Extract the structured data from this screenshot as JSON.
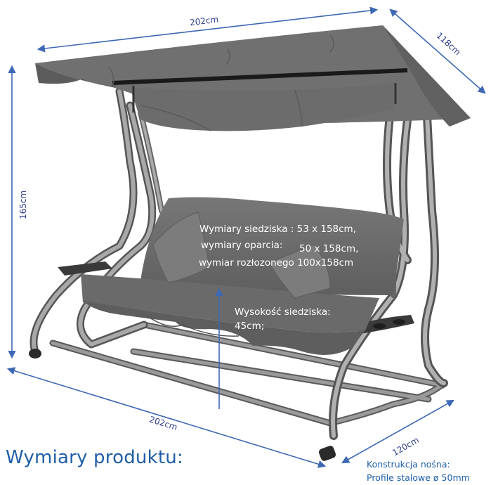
{
  "dimensions": {
    "canopy_width": "202cm",
    "canopy_depth": "118cm",
    "height": "165cm",
    "base_width": "202cm",
    "base_depth": "120cm"
  },
  "specs": {
    "seat_line": "Wymiary siedziska : 53 x 158cm,",
    "backrest_label": "wymiary oparcia:",
    "backrest_value": "50 x 158cm,",
    "unfolded_line": "wymiar rozłozonego 100x158cm",
    "seat_height_label": "Wysokość siedziska:",
    "seat_height_value": "45cm;"
  },
  "footer": {
    "title": "Wymiary produktu:",
    "construction_label": "Konstrukcja nośna:",
    "construction_value": "Profile stalowe ø 50mm"
  },
  "colors": {
    "dimension_line": "#3d68b4",
    "frame": "#8a8a8a",
    "fabric": "#6e6e6e",
    "title": "#1f5fa8"
  }
}
